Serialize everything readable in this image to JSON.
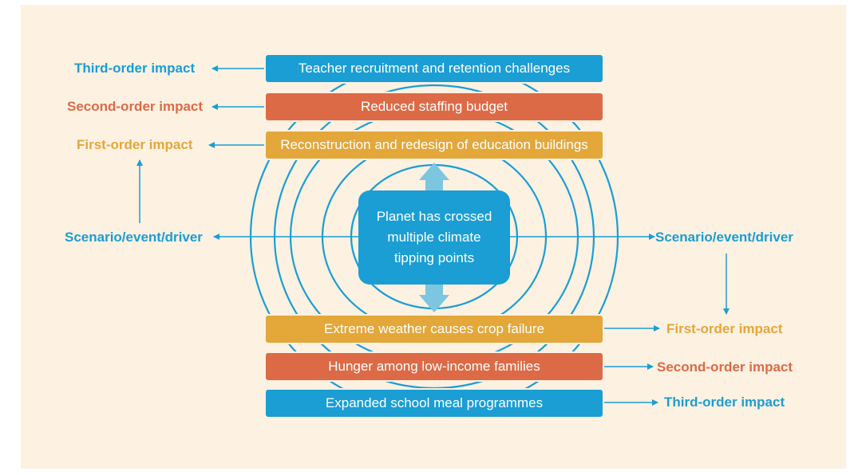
{
  "center_node": {
    "line1": "Planet has crossed",
    "line2": "multiple climate",
    "line3": "tipping points"
  },
  "top_bars": {
    "third": "Teacher recruitment and retention challenges",
    "second": "Reduced staffing budget",
    "first": "Reconstruction and redesign of education buildings"
  },
  "bottom_bars": {
    "first": "Extreme weather causes crop failure",
    "second": "Hunger among low-income families",
    "third": "Expanded school meal programmes"
  },
  "left_labels": {
    "third": "Third-order impact",
    "second": "Second-order impact",
    "first": "First-order impact",
    "driver": "Scenario/event/driver"
  },
  "right_labels": {
    "driver": "Scenario/event/driver",
    "first": "First-order impact",
    "second": "Second-order impact",
    "third": "Third-order impact"
  },
  "colors": {
    "blue": "#1a9ed4",
    "orange": "#dd6a46",
    "yellow": "#e3a73a",
    "background": "#fdf1e2",
    "light_arrow": "#7cc6df"
  }
}
